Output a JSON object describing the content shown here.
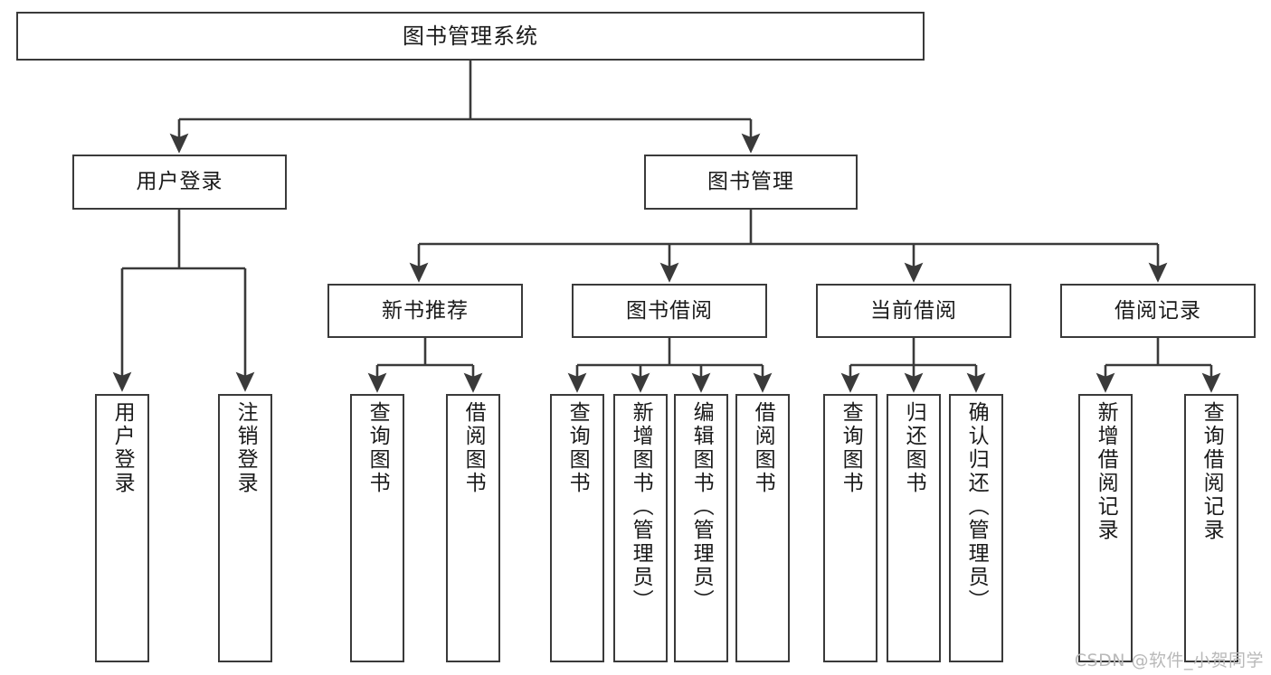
{
  "diagram": {
    "title": "图书管理系统",
    "type": "tree-hierarchy",
    "stroke_color": "#3a3a3a",
    "fill_color": "#ffffff",
    "text_color": "#1a1a1a",
    "nodes": {
      "root": {
        "label": "图书管理系统"
      },
      "level2": [
        {
          "id": "user-login",
          "label": "用户登录"
        },
        {
          "id": "book-manage",
          "label": "图书管理"
        }
      ],
      "level3": [
        {
          "id": "new-book-recommend",
          "label": "新书推荐"
        },
        {
          "id": "book-borrow",
          "label": "图书借阅"
        },
        {
          "id": "current-borrow",
          "label": "当前借阅"
        },
        {
          "id": "borrow-record",
          "label": "借阅记录"
        }
      ],
      "leaves": {
        "user_login": [
          {
            "id": "leaf-user-login",
            "label": "用户登录"
          },
          {
            "id": "leaf-user-logout",
            "label": "注销登录"
          }
        ],
        "new_book_recommend": [
          {
            "id": "leaf-query-book-1",
            "label": "查询图书"
          },
          {
            "id": "leaf-borrow-book-1",
            "label": "借阅图书"
          }
        ],
        "book_borrow": [
          {
            "id": "leaf-query-book-2",
            "label": "查询图书"
          },
          {
            "id": "leaf-add-book",
            "label": "新增图书（管理员）"
          },
          {
            "id": "leaf-edit-book",
            "label": "编辑图书（管理员）"
          },
          {
            "id": "leaf-borrow-book-2",
            "label": "借阅图书"
          }
        ],
        "current_borrow": [
          {
            "id": "leaf-query-book-3",
            "label": "查询图书"
          },
          {
            "id": "leaf-return-book",
            "label": "归还图书"
          },
          {
            "id": "leaf-confirm-return",
            "label": "确认归还（管理员）"
          }
        ],
        "borrow_record": [
          {
            "id": "leaf-add-record",
            "label": "新增借阅记录"
          },
          {
            "id": "leaf-query-record",
            "label": "查询借阅记录"
          }
        ]
      }
    }
  },
  "watermark": {
    "text": "CSDN @软件_小贺同学"
  }
}
